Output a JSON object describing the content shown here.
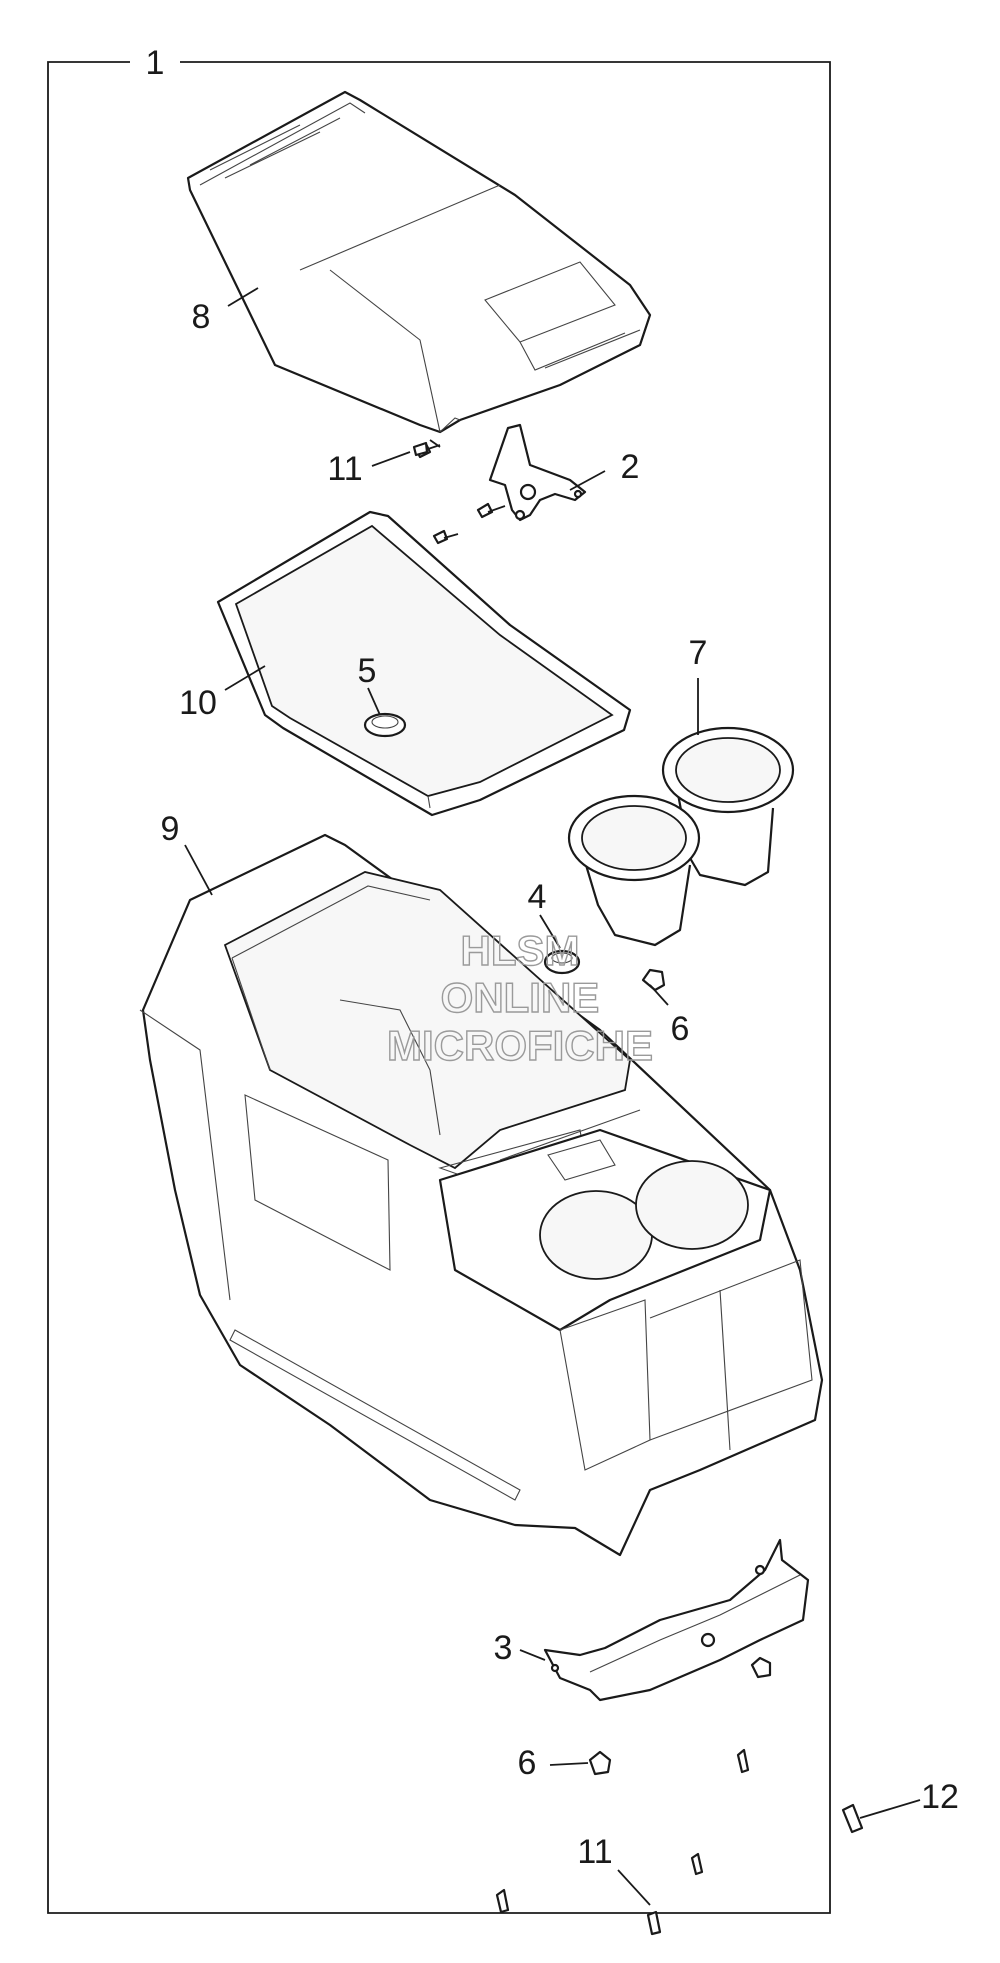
{
  "callouts": [
    {
      "id": "1",
      "text": "1"
    },
    {
      "id": "2",
      "text": "2"
    },
    {
      "id": "3",
      "text": "3"
    },
    {
      "id": "4",
      "text": "4"
    },
    {
      "id": "5",
      "text": "5"
    },
    {
      "id": "6a",
      "text": "6"
    },
    {
      "id": "6b",
      "text": "6"
    },
    {
      "id": "7",
      "text": "7"
    },
    {
      "id": "8",
      "text": "8"
    },
    {
      "id": "9",
      "text": "9"
    },
    {
      "id": "10",
      "text": "10"
    },
    {
      "id": "11a",
      "text": "11"
    },
    {
      "id": "11b",
      "text": "11"
    },
    {
      "id": "12",
      "text": "12"
    }
  ],
  "watermark": {
    "line1": "HLSM",
    "line2": "ONLINE",
    "line3": "MICROFICHE"
  }
}
